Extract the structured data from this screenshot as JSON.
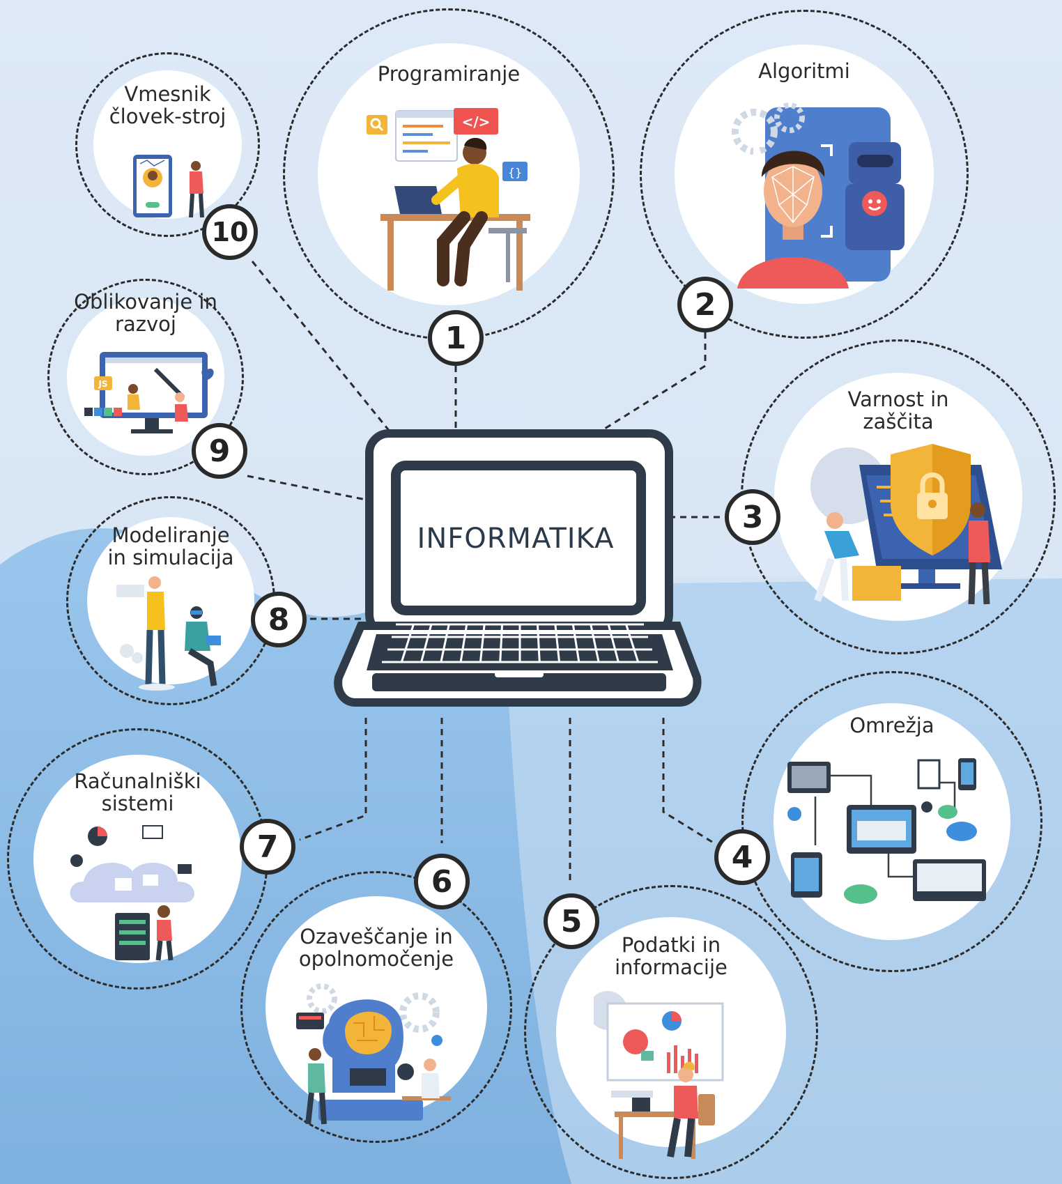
{
  "center": {
    "label": "INFORMATIKA"
  },
  "topics": [
    {
      "number": "1",
      "label": "Programiranje",
      "icon": "programmer-at-desk-icon"
    },
    {
      "number": "2",
      "label": "Algoritmi",
      "icon": "face-recognition-robot-icon"
    },
    {
      "number": "3",
      "label": "Varnost in\nzaščita",
      "icon": "security-shield-lock-icon"
    },
    {
      "number": "4",
      "label": "Omrežja",
      "icon": "network-devices-icon"
    },
    {
      "number": "5",
      "label": "Podatki in\ninformacije",
      "icon": "data-charts-presentation-icon"
    },
    {
      "number": "6",
      "label": "Ozaveščanje in\nopolnomočenje",
      "icon": "brain-head-gears-icon"
    },
    {
      "number": "7",
      "label": "Računalniški\nsistemi",
      "icon": "cloud-servers-icon"
    },
    {
      "number": "8",
      "label": "Modeliranje\nin simulacija",
      "icon": "vr-simulation-icon"
    },
    {
      "number": "9",
      "label": "Oblikovanje in\nrazvoj",
      "icon": "web-design-monitor-icon"
    },
    {
      "number": "10",
      "label": "Vmesnik\nčlovek-stroj",
      "icon": "mobile-interface-icon"
    }
  ],
  "colors": {
    "background": "#dde9f6",
    "wave": "#8fbde6",
    "laptop": "#2f3b48",
    "dash": "#2b2b2b"
  }
}
